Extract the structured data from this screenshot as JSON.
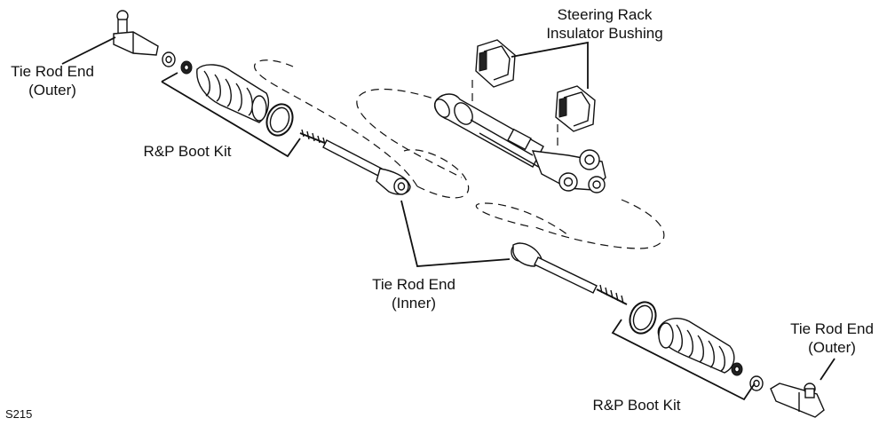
{
  "labels": {
    "insulator": [
      "Steering Rack",
      "Insulator Bushing"
    ],
    "outer_left": [
      "Tie Rod End",
      "(Outer)"
    ],
    "boot_left": "R&P Boot Kit",
    "inner": [
      "Tie Rod End",
      "(Inner)"
    ],
    "outer_right": [
      "Tie Rod End",
      "(Outer)"
    ],
    "boot_right": "R&P Boot Kit"
  },
  "figure_code": "S215"
}
